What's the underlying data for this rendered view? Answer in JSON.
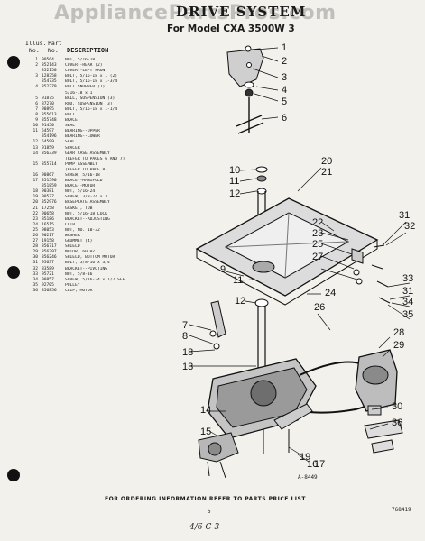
{
  "watermark": "AppliancePartsPros.com",
  "title": "DRIVE SYSTEM",
  "model": "For Model  CXA 3500W 3",
  "table_header": {
    "illus": "Illus.",
    "part": "Part",
    "no": "No.",
    "no2": "No.",
    "description": "DESCRIPTION"
  },
  "parts": [
    {
      "no": "1",
      "part": "90564",
      "desc": "NUT, 5/16-18"
    },
    {
      "no": "2",
      "part": "352143",
      "desc": "COVER--REAR (2)"
    },
    {
      "no": "",
      "part": "352150",
      "desc": "COVER--LEFT FRONT"
    },
    {
      "no": "3",
      "part": "128358",
      "desc": "BOLT, 5/16-18 x 1 (2)"
    },
    {
      "no": "",
      "part": "354735",
      "desc": "BOLT, 5/16-18 x 1-3/4"
    },
    {
      "no": "4",
      "part": "352279",
      "desc": "BOLT SNUBBER (1)"
    },
    {
      "no": "",
      "part": "",
      "desc": "5/16-18 x 1"
    },
    {
      "no": "5",
      "part": "91875",
      "desc": "BALL, SUSPENSION (3)"
    },
    {
      "no": "6",
      "part": "87270",
      "desc": "ROD, SUSPENSION (3)"
    },
    {
      "no": "7",
      "part": "90895",
      "desc": "BOLT, 5/16-18 x 1-1/4"
    },
    {
      "no": "8",
      "part": "355613",
      "desc": "BOLT"
    },
    {
      "no": "9",
      "part": "355748",
      "desc": "BRACE"
    },
    {
      "no": "10",
      "part": "91450",
      "desc": "SEAL"
    },
    {
      "no": "11",
      "part": "54597",
      "desc": "BEARING--UPPER"
    },
    {
      "no": "",
      "part": "354196",
      "desc": "BEARING--LOWER"
    },
    {
      "no": "12",
      "part": "54599",
      "desc": "SEAL"
    },
    {
      "no": "13",
      "part": "91859",
      "desc": "SPACER"
    },
    {
      "no": "14",
      "part": "356339",
      "desc": "GEAR CASE ASSEMBLY"
    },
    {
      "no": "",
      "part": "",
      "desc": "(REFER TO PAGES 6 AND 7)"
    },
    {
      "no": "15",
      "part": "355714",
      "desc": "PUMP ASSEMBLY"
    },
    {
      "no": "",
      "part": "",
      "desc": "(REFER TO PAGE 8)"
    },
    {
      "no": "16",
      "part": "90867",
      "desc": "SCREW, 5/16-18"
    },
    {
      "no": "17",
      "part": "351590",
      "desc": "BRACE--MANIFOLD"
    },
    {
      "no": "",
      "part": "351859",
      "desc": "BRACE--MOTOR"
    },
    {
      "no": "18",
      "part": "90381",
      "desc": "NUT, 5/16-24"
    },
    {
      "no": "19",
      "part": "90577",
      "desc": "SCREW, 3/8-24 x 3"
    },
    {
      "no": "20",
      "part": "352976",
      "desc": "BASEPLATE ASSEMBLY"
    },
    {
      "no": "21",
      "part": "17258",
      "desc": "GASKET, TUB"
    },
    {
      "no": "22",
      "part": "90658",
      "desc": "NUT, 5/16-18 LOCK"
    },
    {
      "no": "23",
      "part": "85186",
      "desc": "BRACKET--ADJUSTING"
    },
    {
      "no": "24",
      "part": "16515",
      "desc": "CLIP"
    },
    {
      "no": "25",
      "part": "98053",
      "desc": "NUT, NO. 10-32"
    },
    {
      "no": "26",
      "part": "90217",
      "desc": "WASHER"
    },
    {
      "no": "27",
      "part": "19158",
      "desc": "GROMMET (4)"
    },
    {
      "no": "28",
      "part": "356717",
      "desc": "SHIELD"
    },
    {
      "no": "29",
      "part": "356397",
      "desc": "MOTOR, 60 HZ."
    },
    {
      "no": "30",
      "part": "356246",
      "desc": "SHIELD, BOTTOM MOTOR"
    },
    {
      "no": "31",
      "part": "95637",
      "desc": "BOLT, 5/8-16 x 3/4"
    },
    {
      "no": "32",
      "part": "83589",
      "desc": "BRACKET--PIVOTING"
    },
    {
      "no": "33",
      "part": "95721",
      "desc": "NUT, 5/8-16"
    },
    {
      "no": "34",
      "part": "90857",
      "desc": "SCREW, 5/16-24 x 1/2 SEF"
    },
    {
      "no": "35",
      "part": "92705",
      "desc": "PULLEY"
    },
    {
      "no": "36",
      "part": "356856",
      "desc": "CLIP, MOTOR"
    }
  ],
  "callouts": [
    {
      "label": "1"
    },
    {
      "label": "2"
    },
    {
      "label": "3"
    },
    {
      "label": "4"
    },
    {
      "label": "5"
    },
    {
      "label": "6"
    },
    {
      "label": "10"
    },
    {
      "label": "11"
    },
    {
      "label": "12"
    },
    {
      "label": "20"
    },
    {
      "label": "21"
    },
    {
      "label": "22"
    },
    {
      "label": "23"
    },
    {
      "label": "25"
    },
    {
      "label": "27"
    },
    {
      "label": "31"
    },
    {
      "label": "32"
    },
    {
      "label": "33"
    },
    {
      "label": "31"
    },
    {
      "label": "34"
    },
    {
      "label": "35"
    },
    {
      "label": "9"
    },
    {
      "label": "11"
    },
    {
      "label": "24"
    },
    {
      "label": "12"
    },
    {
      "label": "26"
    },
    {
      "label": "7"
    },
    {
      "label": "8"
    },
    {
      "label": "18"
    },
    {
      "label": "13"
    },
    {
      "label": "28"
    },
    {
      "label": "29"
    },
    {
      "label": "14"
    },
    {
      "label": "15"
    },
    {
      "label": "19"
    },
    {
      "label": "16"
    },
    {
      "label": "17"
    },
    {
      "label": "30"
    },
    {
      "label": "36"
    }
  ],
  "figure_code": "A-8449",
  "footer": "FOR ORDERING INFORMATION REFER TO PARTS PRICE LIST",
  "page_number": "5",
  "doc_number": "768419",
  "handwritten": "4/6-C-3"
}
